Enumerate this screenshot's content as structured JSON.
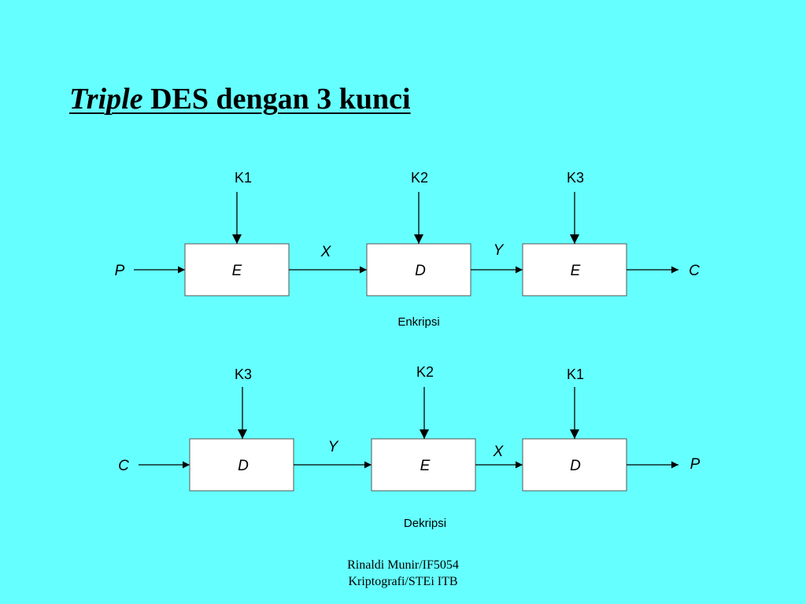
{
  "title": {
    "italic": "Triple",
    "rest": "DES dengan 3 kunci"
  },
  "encryption": {
    "input": "P",
    "output": "C",
    "mid1": "X",
    "mid2": "Y",
    "caption": "Enkripsi",
    "stages": [
      {
        "op": "E",
        "key": "K1"
      },
      {
        "op": "D",
        "key": "K2"
      },
      {
        "op": "E",
        "key": "K3"
      }
    ]
  },
  "decryption": {
    "input": "C",
    "output": "P",
    "mid1": "Y",
    "mid2": "X",
    "caption": "Dekripsi",
    "stages": [
      {
        "op": "D",
        "key": "K3"
      },
      {
        "op": "E",
        "key": "K2"
      },
      {
        "op": "D",
        "key": "K1"
      }
    ]
  },
  "footer": {
    "line1": "Rinaldi Munir/IF5054",
    "line2": "Kriptografi/STEi ITB"
  }
}
